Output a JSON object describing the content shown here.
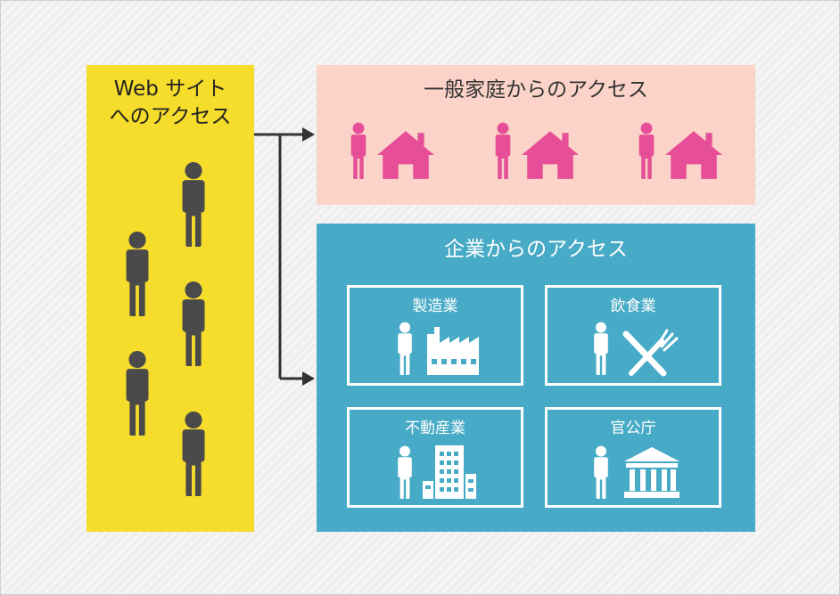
{
  "web_access": {
    "title_line1": "Web サイト",
    "title_line2": "へのアクセス"
  },
  "household": {
    "title": "一般家庭からのアクセス"
  },
  "company": {
    "title": "企業からのアクセス",
    "categories": [
      {
        "label": "製造業",
        "icon": "factory-icon"
      },
      {
        "label": "飲食業",
        "icon": "fork-knife-icon"
      },
      {
        "label": "不動産業",
        "icon": "office-building-icon"
      },
      {
        "label": "官公庁",
        "icon": "government-building-icon"
      }
    ]
  },
  "colors": {
    "web_panel": "#f6dc2b",
    "household_panel": "#fbd3c8",
    "company_panel": "#47aac6",
    "person_dark": "#4a4a4a",
    "household_icon": "#e64f97",
    "arrow": "#333333"
  }
}
